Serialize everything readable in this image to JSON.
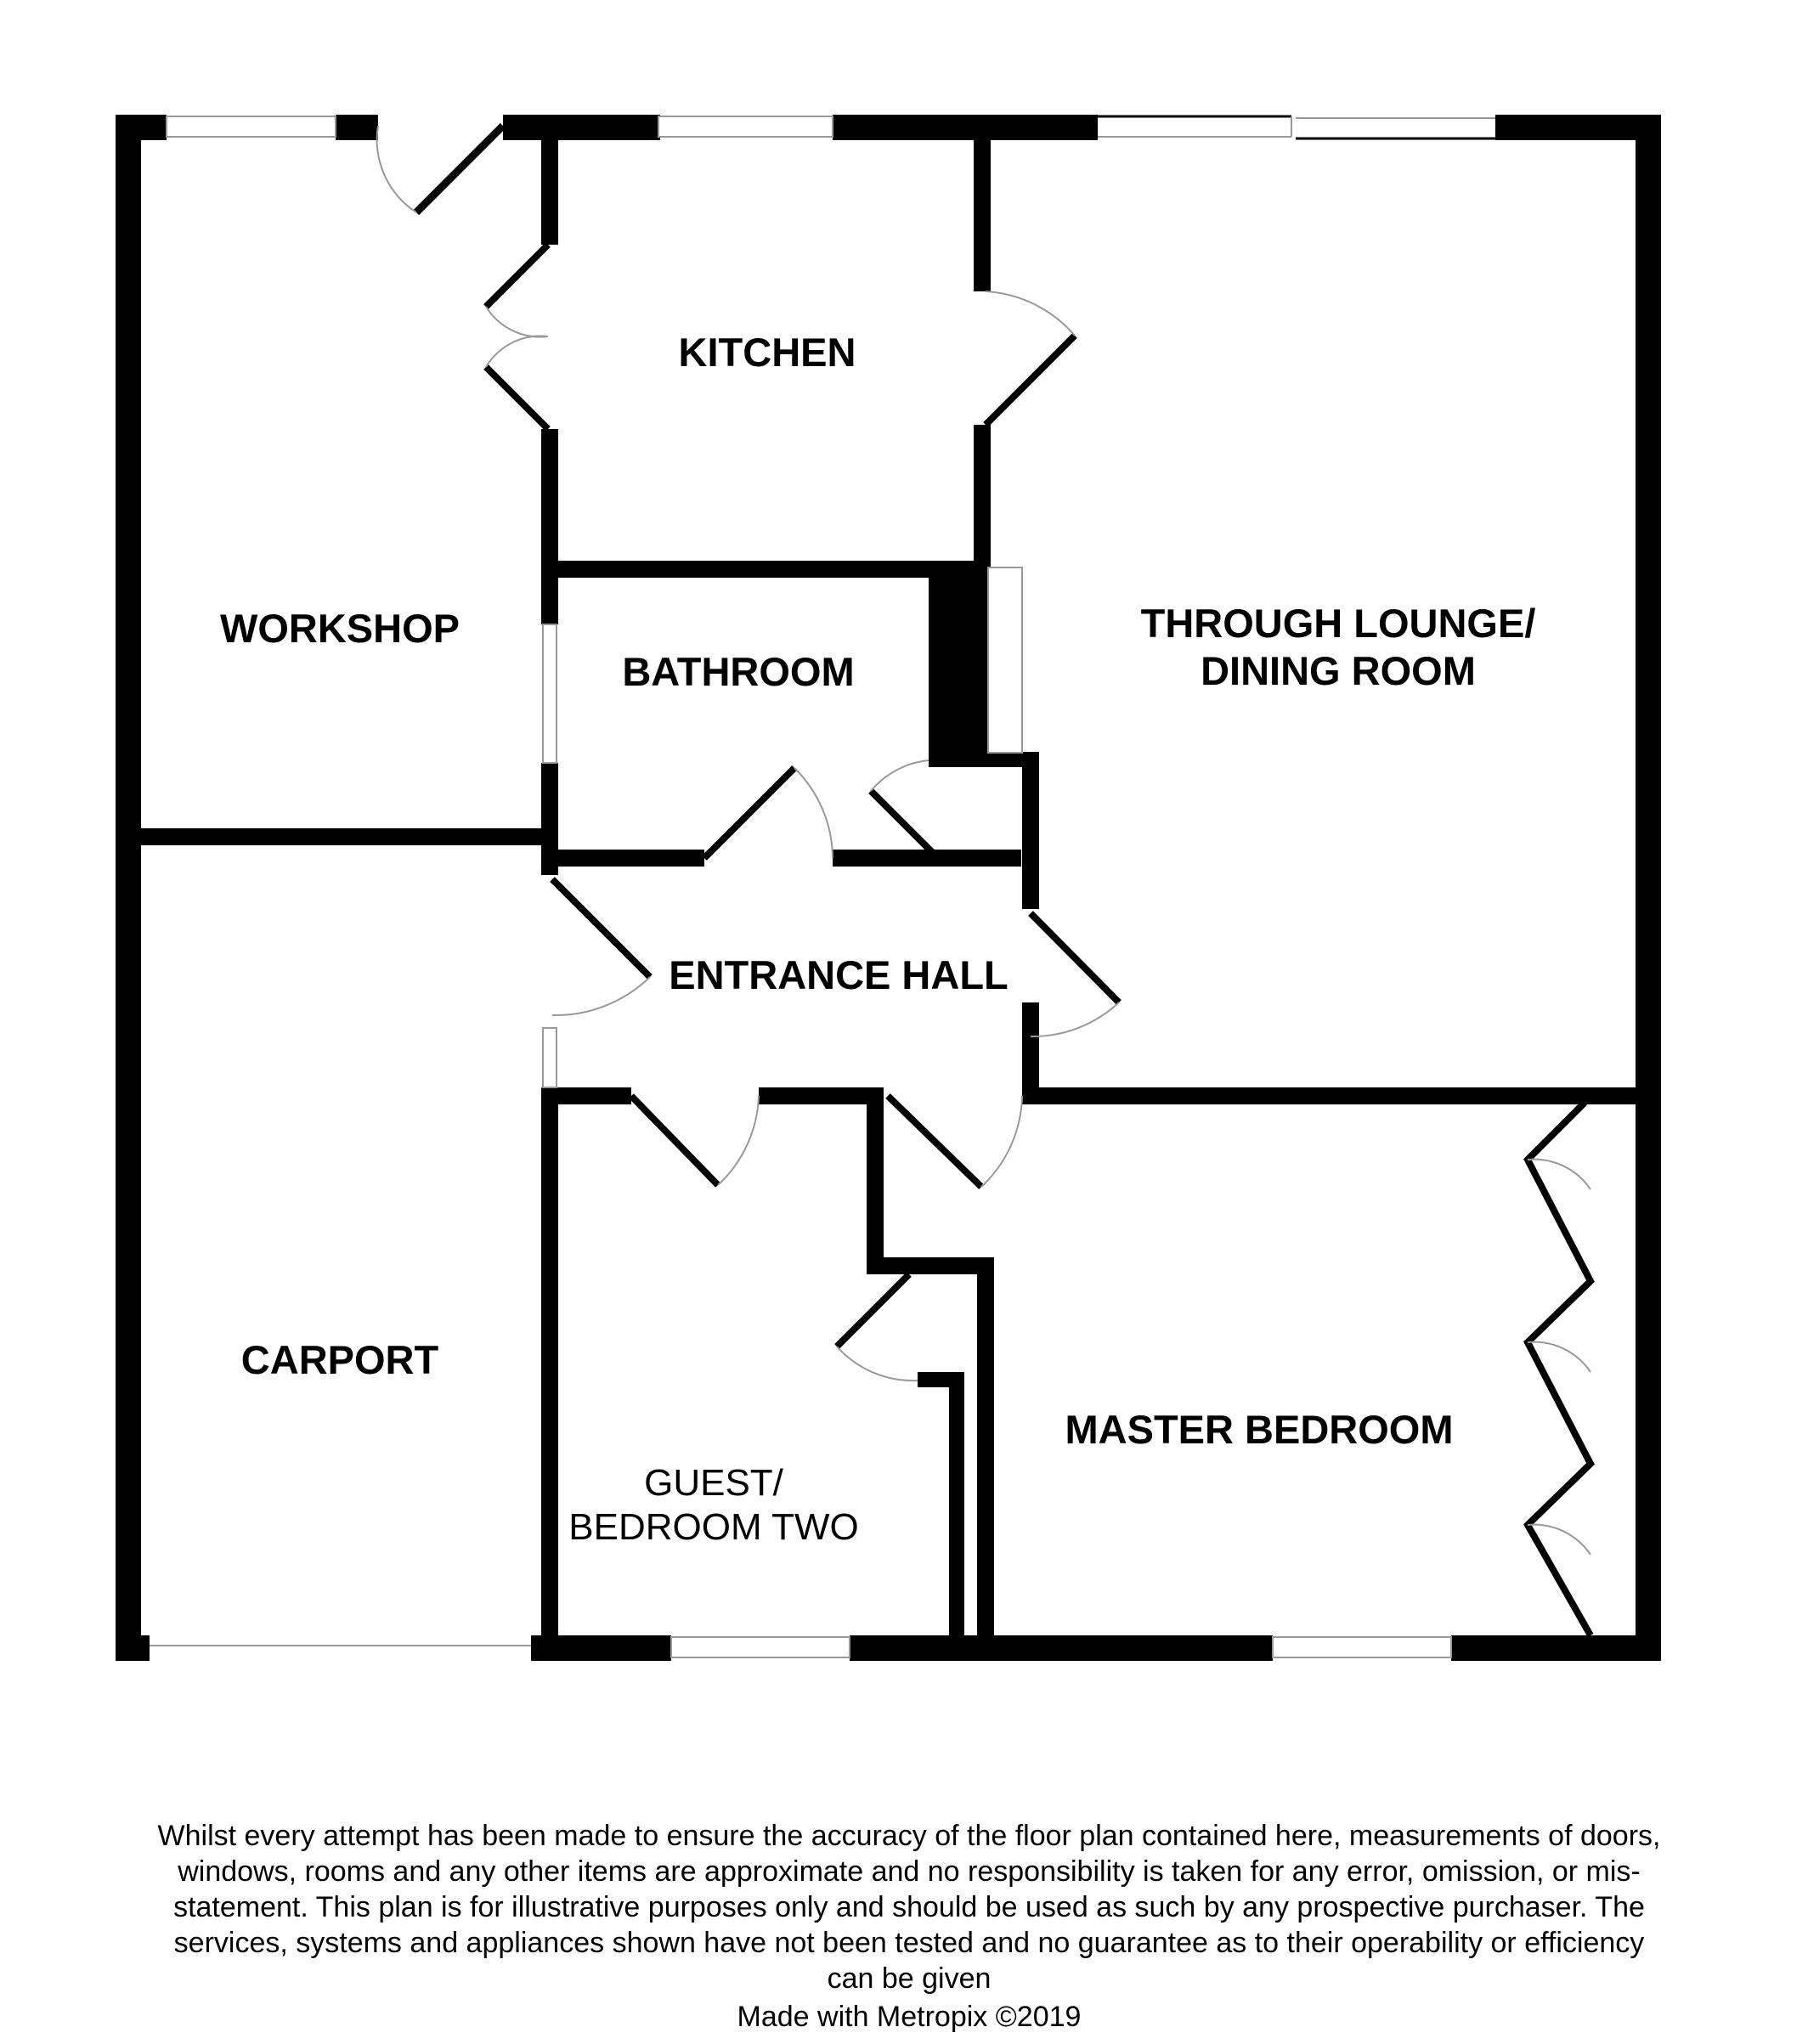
{
  "rooms": {
    "workshop": "WORKSHOP",
    "kitchen": "KITCHEN",
    "bathroom": "BATHROOM",
    "lounge_line1": "THROUGH LOUNGE/",
    "lounge_line2": "DINING ROOM",
    "entrance_hall": "ENTRANCE HALL",
    "carport": "CARPORT",
    "guest_line1": "GUEST/",
    "guest_line2": "BEDROOM TWO",
    "master_bedroom": "MASTER BEDROOM"
  },
  "footer": {
    "disclaimer": "Whilst every attempt has been made to ensure the accuracy of the floor plan contained here, measurements of doors, windows, rooms and any other items are approximate and no responsibility is taken for any error, omission, or mis-statement. This plan is for illustrative purposes only and should be used as such by any prospective purchaser. The services, systems and appliances shown have not been tested and no guarantee as to their operability or efficiency can be given",
    "credit": "Made with Metropix ©2019"
  },
  "colors": {
    "wall": "#000000",
    "window_frame": "#999999",
    "background": "#ffffff"
  }
}
